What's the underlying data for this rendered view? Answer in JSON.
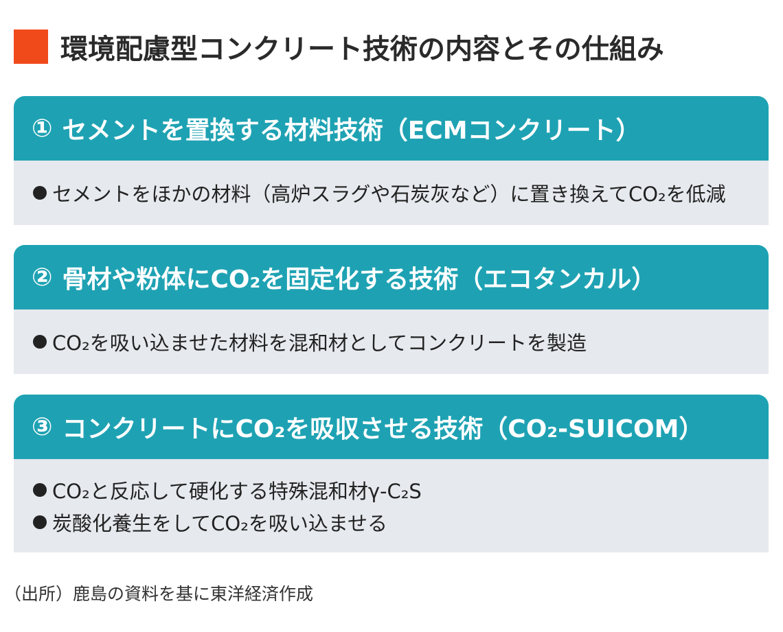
{
  "colors": {
    "accent": "#f04a1a",
    "header_bg": "#1ea2b3",
    "body_bg": "#e6e9ee",
    "bullet": "#222222"
  },
  "title": "環境配慮型コンクリート技術の内容とその仕組み",
  "sections": [
    {
      "number": "①",
      "heading": "セメントを置換する材料技術（ECMコンクリート）",
      "bullets": [
        "セメントをほかの材料（高炉スラグや石炭灰など）に置き換えてCO₂を低減"
      ]
    },
    {
      "number": "②",
      "heading": "骨材や粉体にCO₂を固定化する技術（エコタンカル）",
      "bullets": [
        "CO₂を吸い込ませた材料を混和材としてコンクリートを製造"
      ]
    },
    {
      "number": "③",
      "heading": "コンクリートにCO₂を吸収させる技術（CO₂-SUICOM）",
      "bullets": [
        "CO₂と反応して硬化する特殊混和材γ-C₂S",
        "炭酸化養生をしてCO₂を吸い込ませる"
      ]
    }
  ],
  "source": "（出所）鹿島の資料を基に東洋経済作成"
}
